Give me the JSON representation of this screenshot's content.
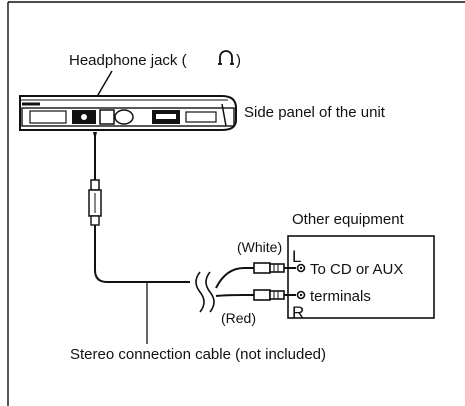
{
  "labels": {
    "headphone_jack": "Headphone jack (",
    "headphone_jack_close": ")",
    "side_panel": "Side panel of the unit",
    "other_equipment": "Other equipment",
    "white": "(White)",
    "red": "(Red)",
    "channel_left": "L",
    "channel_right": "R",
    "to_cd_aux": "To CD or AUX",
    "terminals": "terminals",
    "cable": "Stereo connection cable (not included)"
  },
  "icons": {
    "headphone_symbol": "headphone-icon"
  },
  "colors": {
    "line": "#111111",
    "background": "#ffffff"
  }
}
